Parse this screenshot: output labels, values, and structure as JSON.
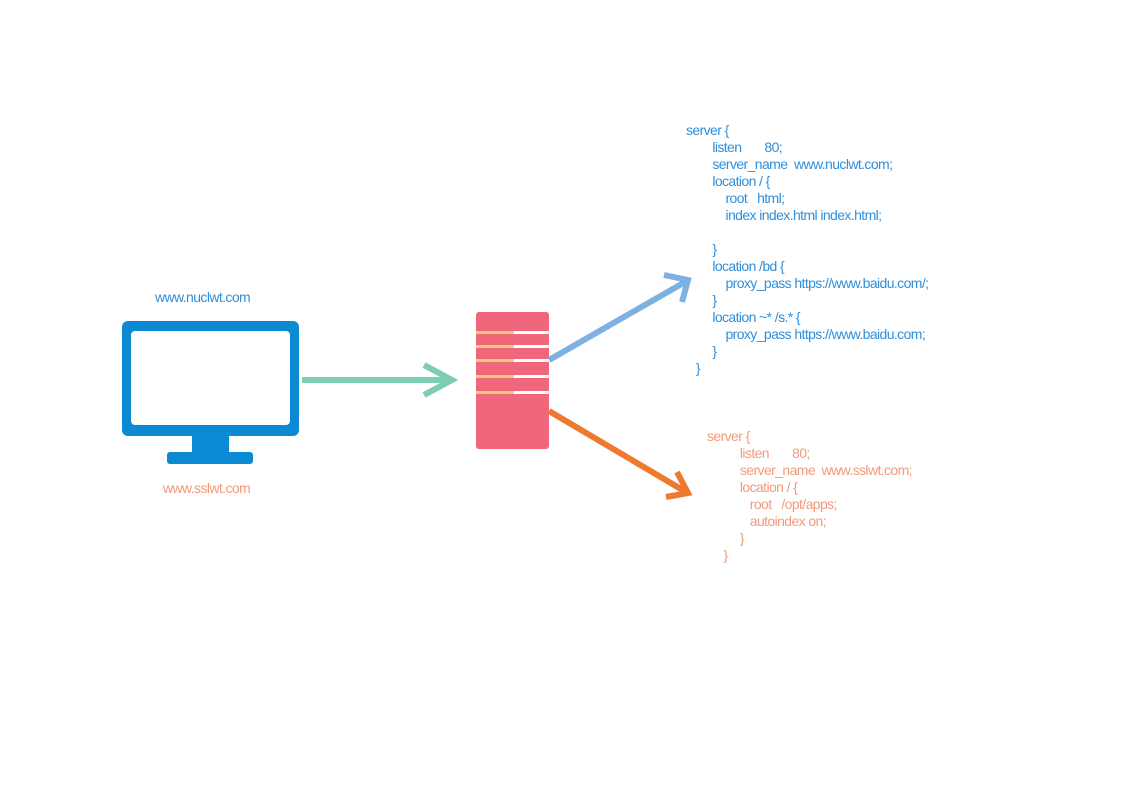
{
  "domains": {
    "first": "www.nuclwt.com",
    "second": "www.sslwt.com"
  },
  "configs": {
    "first": "server {\n        listen       80;\n        server_name  www.nuclwt.com;\n        location / {\n            root   html;\n            index index.html index.html;\n\n        }\n        location /bd {\n            proxy_pass https://www.baidu.com/;\n        }\n        location ~* /s.* {\n            proxy_pass https://www.baidu.com;\n        }\n   }",
    "second": "server {\n          listen       80;\n          server_name  www.sslwt.com;\n          location / {\n             root   /opt/apps;\n             autoindex on;\n          }\n     }"
  },
  "colors": {
    "monitor": "#0b8ad4",
    "label_blue": "#2e8fdd",
    "label_orange": "#f29a7a",
    "server_body": "#f0677c",
    "server_stripe": "#f8c97a",
    "arrow_green": "#7ccdb4",
    "arrow_blue": "#7fb0e2",
    "arrow_orange": "#ee7a30"
  },
  "icons": {
    "client": "monitor-icon",
    "proxy": "server-icon"
  }
}
